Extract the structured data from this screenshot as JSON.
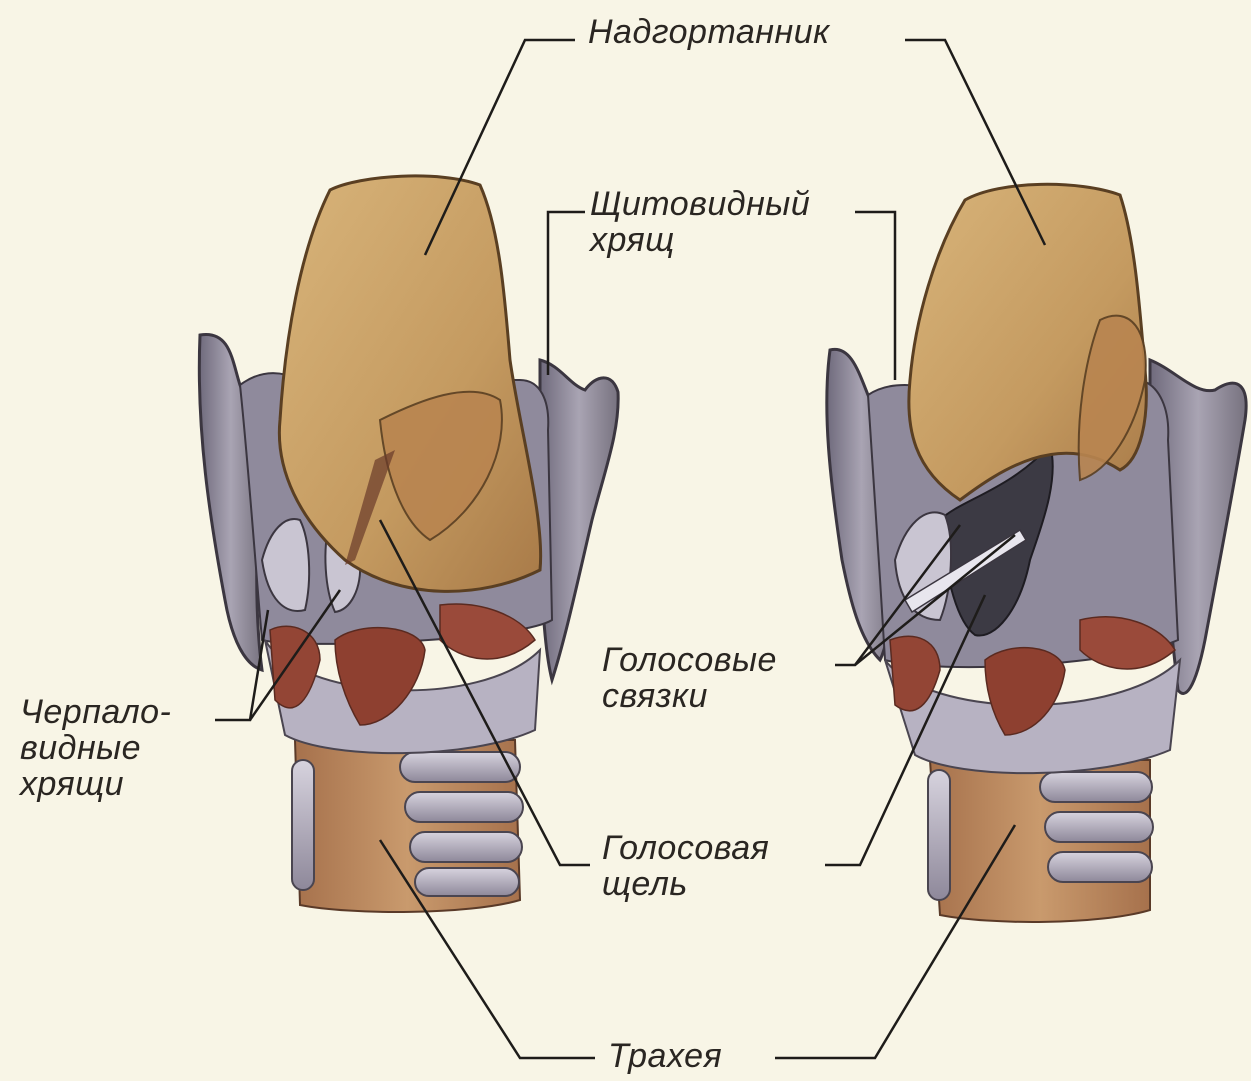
{
  "labels": {
    "epiglottis": "Надгортанник",
    "thyroid_line1": "Щитовидный",
    "thyroid_line2": "хрящ",
    "arytenoid_line1": "Черпало-",
    "arytenoid_line2": "видные",
    "arytenoid_line3": "хрящи",
    "vocal_cords_line1": "Голосовые",
    "vocal_cords_line2": "связки",
    "glottis_line1": "Голосовая",
    "glottis_line2": "щель",
    "trachea": "Трахея"
  },
  "colors": {
    "background": "#f8f5e6",
    "epiglottis": "#c9a065",
    "thyroid_cartilage": "#8a8595",
    "muscle": "#9a4a3a",
    "trachea": "#c08a62",
    "tracheal_ring": "#a8a2b2",
    "glottis_dark": "#3c3a44",
    "leader_line": "#1e1c1a"
  },
  "panels": [
    "larynx-left",
    "larynx-right"
  ]
}
